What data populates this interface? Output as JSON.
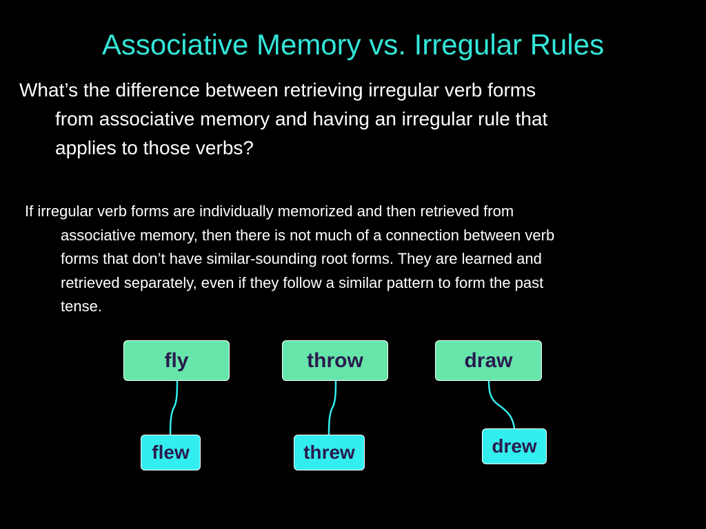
{
  "title": "Associative Memory vs. Irregular Rules",
  "paragraph1": {
    "lines": [
      "What’s the difference between retrieving irregular verb forms",
      "from associative memory and having an irregular rule that",
      "applies to those verbs?"
    ]
  },
  "paragraph2": {
    "lines": [
      "If irregular verb forms are individually memorized and then retrieved from",
      "associative memory, then there is not much of a connection between verb",
      "forms that don’t have similar-sounding root forms.  They are learned and",
      "retrieved separately, even if they follow a similar pattern to form the past",
      "tense."
    ]
  },
  "diagram": {
    "pairs": [
      {
        "root": "fly",
        "past": "flew"
      },
      {
        "root": "throw",
        "past": "threw"
      },
      {
        "root": "draw",
        "past": "drew"
      }
    ]
  },
  "colors": {
    "background": "#000000",
    "title": "#33e6d9",
    "body_text": "#ffffff",
    "root_box": "#66e6aa",
    "past_box": "#33eeee",
    "box_text": "#2a1a4e",
    "connector": "#33eeee"
  }
}
